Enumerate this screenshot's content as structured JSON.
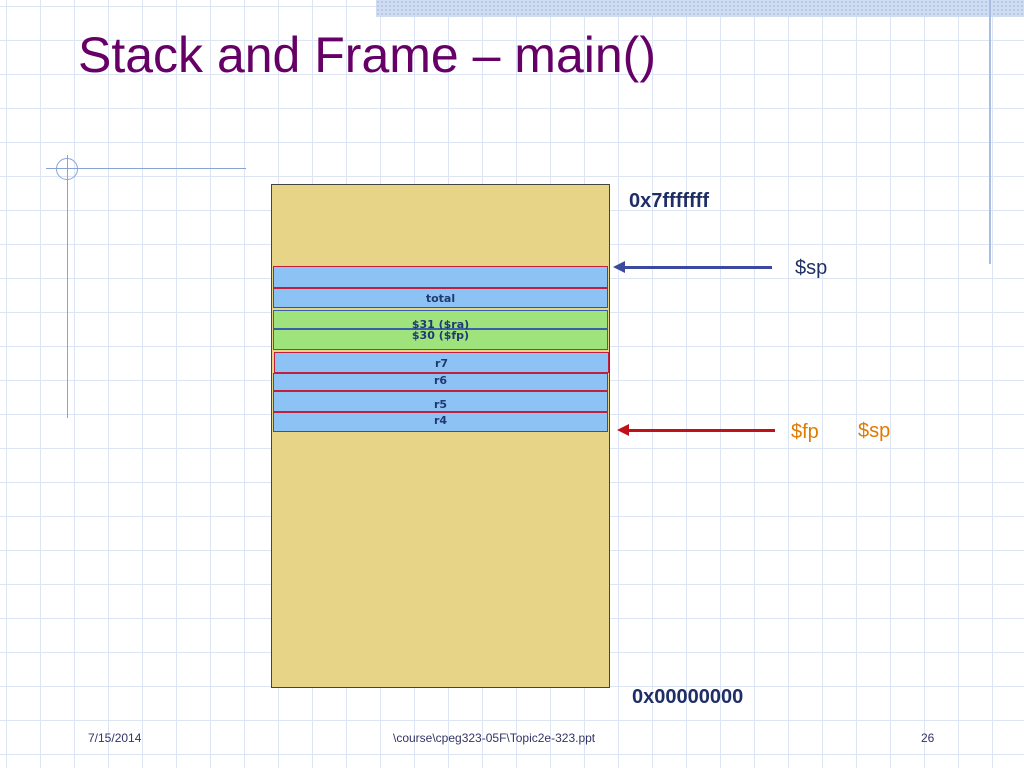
{
  "slide": {
    "title": "Stack and Frame – main()"
  },
  "addresses": {
    "top": "0x7fffffff",
    "bottom": "0x00000000"
  },
  "stack_cells": {
    "total": "total",
    "ra": "$31 ($ra)",
    "fp_save": "$30 ($fp)",
    "r7": "r7",
    "r6": "r6",
    "r5": "r5",
    "r4": "r4"
  },
  "pointers": {
    "top_sp": "$sp",
    "fp": "$fp",
    "bottom_sp": "$sp"
  },
  "colors": {
    "title": "#660066",
    "stack_fill": "#e8d486",
    "cell_blue": "#8cc3f4",
    "cell_green": "#9ee37c",
    "cell_text": "#1f3a70",
    "arrow_sp": "#3b4a9e",
    "arrow_fp": "#c0101a",
    "label_sp": "#1f2f66",
    "label_fp": "#e07a00"
  },
  "footer": {
    "date": "7/15/2014",
    "path": "\\course\\cpeg323-05F\\Topic2e-323.ppt",
    "page": "26"
  }
}
